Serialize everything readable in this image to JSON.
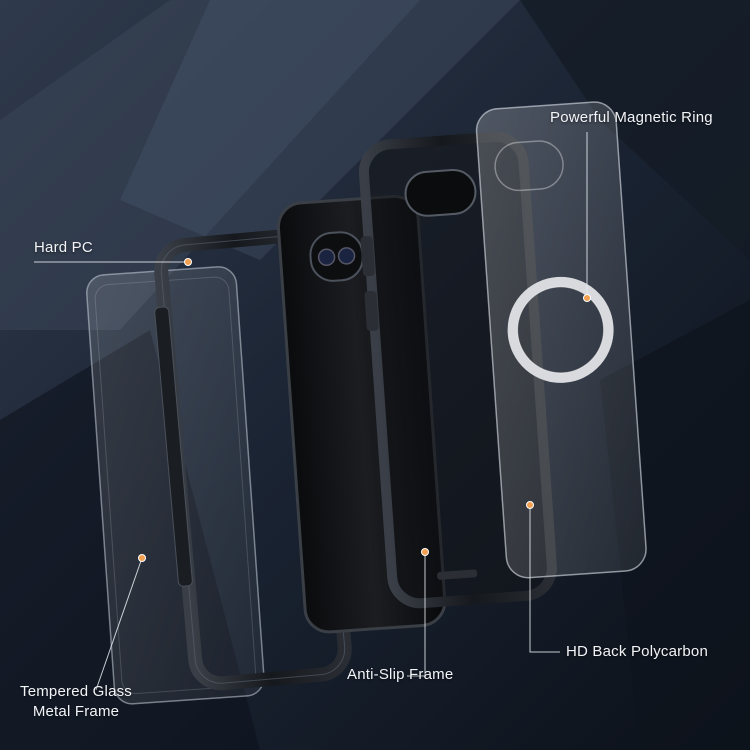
{
  "callouts": {
    "magnetic_ring": "Powerful Magnetic Ring",
    "hard_pc": "Hard PC",
    "hd_back": "HD Back Polycarbon",
    "anti_slip": "Anti-Slip Frame",
    "tempered_glass_line1": "Tempered Glass",
    "tempered_glass_line2": "Metal Frame"
  },
  "colors": {
    "background": "#1a2230",
    "callout_dot": "#f0a050",
    "callout_line": "#e8ecf0",
    "magnetic_ring": "#d8dadd",
    "case_frame": "#23272e"
  }
}
